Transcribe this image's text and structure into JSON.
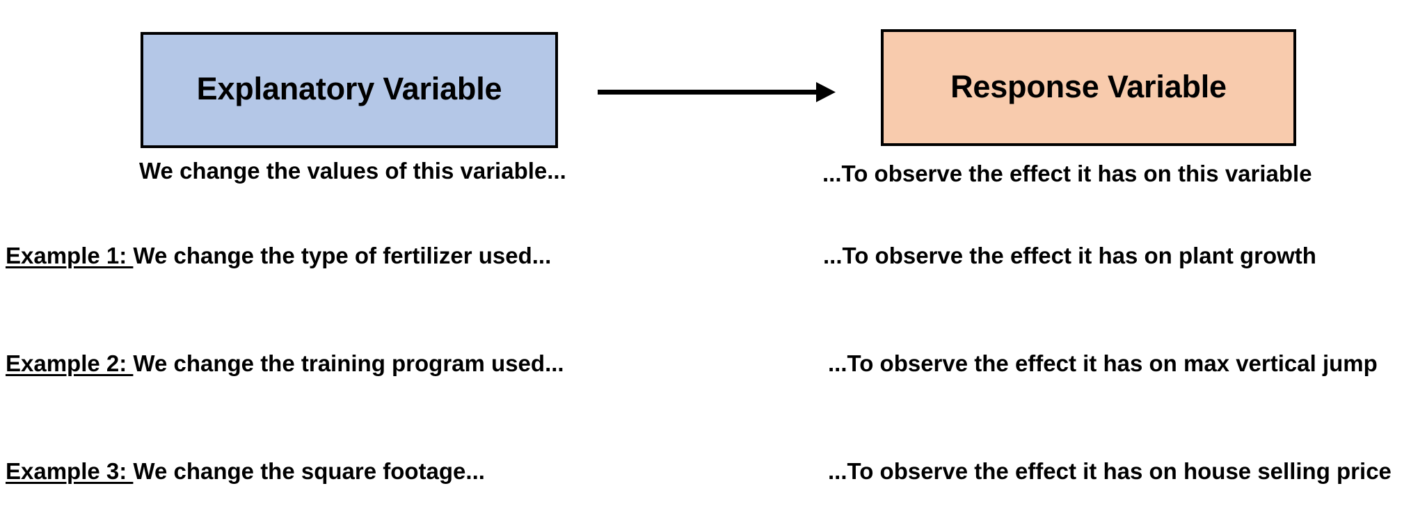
{
  "diagram": {
    "title_left": "Explanatory Variable",
    "title_right": "Response Variable",
    "caption_left": "We change the values of this variable...",
    "caption_right": "...To observe the effect it has on this variable",
    "arrow_icon": "right-arrow-icon",
    "colors": {
      "explanatory_fill": "#b4c7e7",
      "response_fill": "#f8cbad",
      "border": "#000000",
      "text": "#000000",
      "background": "#ffffff"
    }
  },
  "examples": [
    {
      "tag": "Example 1: ",
      "left": "We change the type of fertilizer used...",
      "right": "...To observe the effect it has on plant growth"
    },
    {
      "tag": "Example 2: ",
      "left": "We change the training program used...",
      "right": "...To observe the effect it has on max vertical jump"
    },
    {
      "tag": "Example 3: ",
      "left": "We change the square footage...",
      "right": "...To observe the effect it has on house selling price"
    }
  ]
}
